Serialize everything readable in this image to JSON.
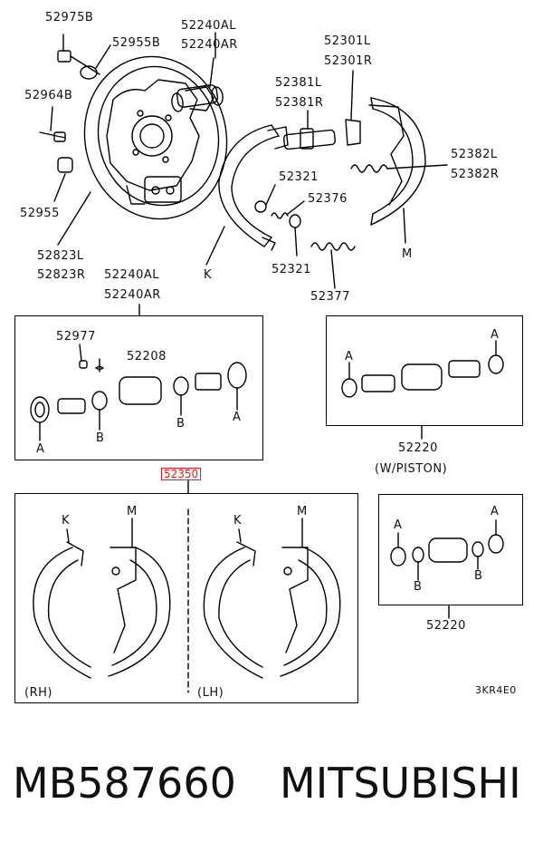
{
  "labels": {
    "p52975B": "52975B",
    "p52955B": "52955B",
    "p52240AL_top": "52240AL",
    "p52240AR_top": "52240AR",
    "p52301L": "52301L",
    "p52301R": "52301R",
    "p52964B": "52964B",
    "p52381L": "52381L",
    "p52381R": "52381R",
    "p52382L": "52382L",
    "p52382R": "52382R",
    "p52321a": "52321",
    "p52376": "52376",
    "p52955": "52955",
    "p52823L": "52823L",
    "p52823R": "52823R",
    "pK_top": "K",
    "pM_top": "M",
    "p52321b": "52321",
    "p52377": "52377",
    "p52240AL_box": "52240AL",
    "p52240AR_box": "52240AR",
    "p52977": "52977",
    "p52208": "52208",
    "pA1": "A",
    "pB1": "B",
    "pB2": "B",
    "pA2": "A",
    "pA3": "A",
    "pA4": "A",
    "p52220a": "52220",
    "wpiston": "(W/PISTON)",
    "p52350": "52350",
    "pK_rh": "K",
    "pM_rh": "M",
    "pK_lh": "K",
    "pM_lh": "M",
    "rh": "(RH)",
    "lh": "(LH)",
    "pA5": "A",
    "pA6": "A",
    "pB3": "B",
    "pB4": "B",
    "p52220b": "52220",
    "code": "3KR4E0"
  },
  "footer": {
    "part_number": "MB587660",
    "brand": "MITSUBISHI"
  },
  "colors": {
    "highlight": "#d42020",
    "line": "#000000"
  }
}
